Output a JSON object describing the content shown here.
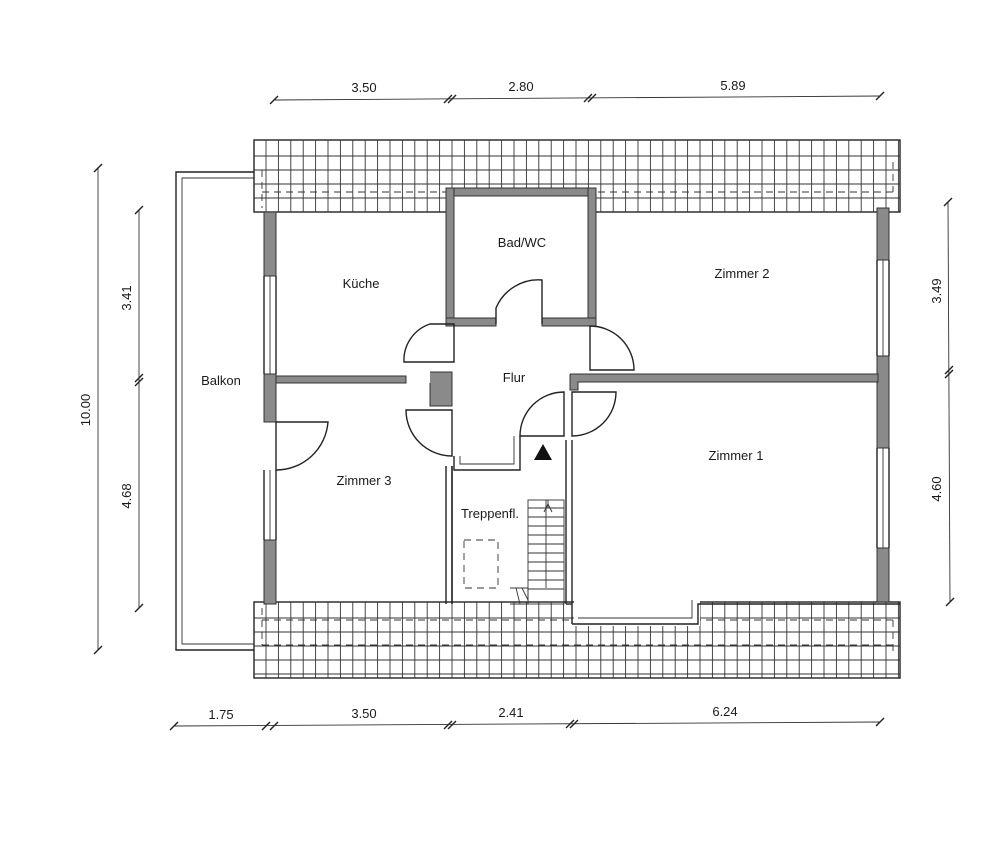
{
  "rooms": {
    "kueche": "Küche",
    "bad": "Bad/WC",
    "zimmer2": "Zimmer 2",
    "flur": "Flur",
    "balkon": "Balkon",
    "zimmer3": "Zimmer 3",
    "zimmer1": "Zimmer 1",
    "treppe": "Treppenfl."
  },
  "dimensions": {
    "top": [
      "3.50",
      "2.80",
      "5.89"
    ],
    "bottom": [
      "1.75",
      "3.50",
      "2.41",
      "6.24"
    ],
    "left_total": "10.00",
    "left_parts": [
      "3.41",
      "4.68"
    ],
    "right_parts": [
      "3.49",
      "4.60"
    ]
  }
}
